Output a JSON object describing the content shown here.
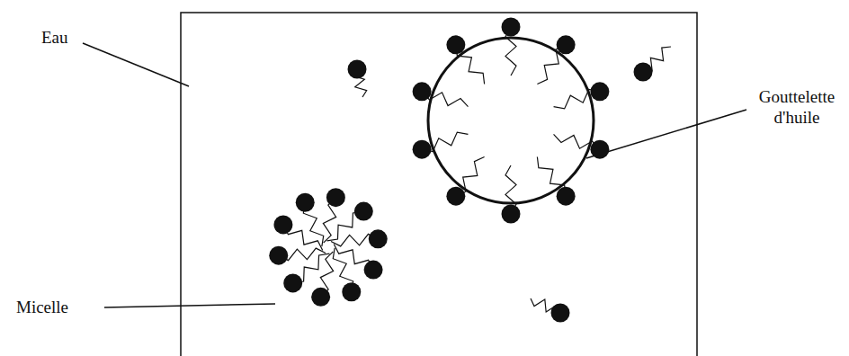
{
  "diagram": {
    "labels": [
      "Eau",
      "Micelle",
      "Gouttelette d'huile"
    ]
  }
}
